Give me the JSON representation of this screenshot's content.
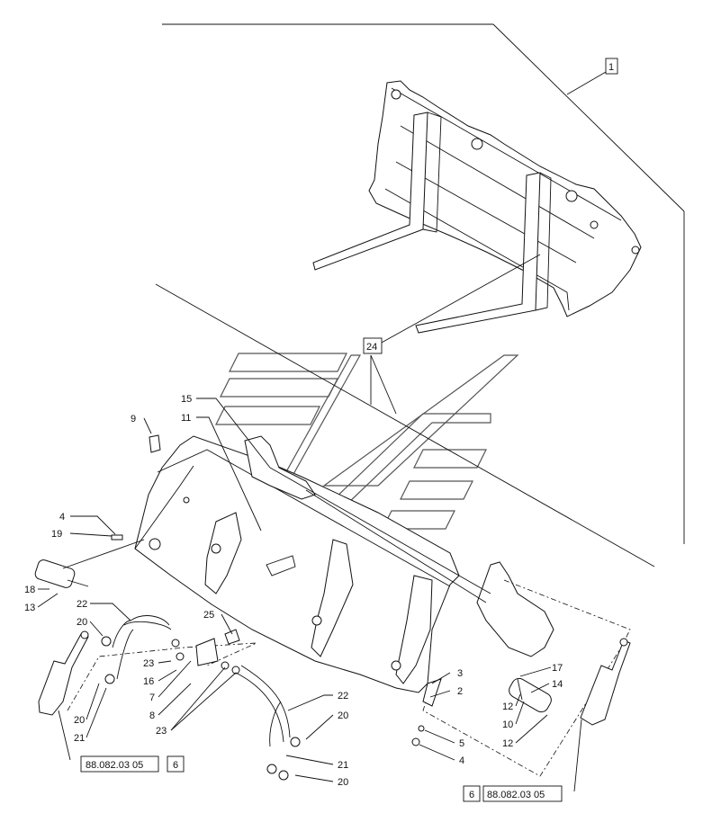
{
  "callouts": {
    "c1": "1",
    "c24": "24",
    "c15": "15",
    "c11": "11",
    "c9": "9",
    "c4a": "4",
    "c19": "19",
    "c18": "18",
    "c13": "13",
    "c22a": "22",
    "c20a": "20",
    "c25": "25",
    "c23a": "23",
    "c16": "16",
    "c7": "7",
    "c8": "8",
    "c23b": "23",
    "c20b": "20",
    "c21a": "21",
    "c3": "3",
    "c2": "2",
    "c17": "17",
    "c14": "14",
    "c12a": "12",
    "c10": "10",
    "c12b": "12",
    "c5": "5",
    "c4b": "4",
    "c22b": "22",
    "c20c": "20",
    "c21b": "21",
    "c20d": "20"
  },
  "references": {
    "left": {
      "code": "88.082.03 05",
      "sheet": "6"
    },
    "right": {
      "sheet": "6",
      "code": "88.082.03 05"
    }
  }
}
